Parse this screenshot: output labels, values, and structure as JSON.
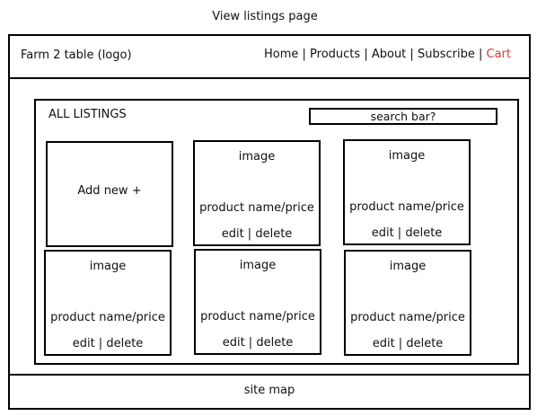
{
  "page": {
    "title": "View listings page"
  },
  "header": {
    "logo": "Farm 2 table (logo)",
    "nav": {
      "home": "Home",
      "products": "Products",
      "about": "About",
      "subscribe": "Subscribe",
      "cart": "Cart",
      "separator": "|"
    },
    "cart_color": "#e0322e"
  },
  "main": {
    "title": "ALL LISTINGS",
    "search_placeholder": "search bar?",
    "add_new": "Add new +",
    "cards": [
      {
        "image": "image",
        "name_price": "product name/price",
        "edit": "edit",
        "delete": "delete"
      },
      {
        "image": "image",
        "name_price": "product name/price",
        "edit": "edit",
        "delete": "delete"
      },
      {
        "image": "image",
        "name_price": "product name/price",
        "edit": "edit",
        "delete": "delete"
      },
      {
        "image": "image",
        "name_price": "product name/price",
        "edit": "edit",
        "delete": "delete"
      },
      {
        "image": "image",
        "name_price": "product name/price",
        "edit": "edit",
        "delete": "delete"
      }
    ]
  },
  "footer": {
    "site_map": "site map"
  }
}
